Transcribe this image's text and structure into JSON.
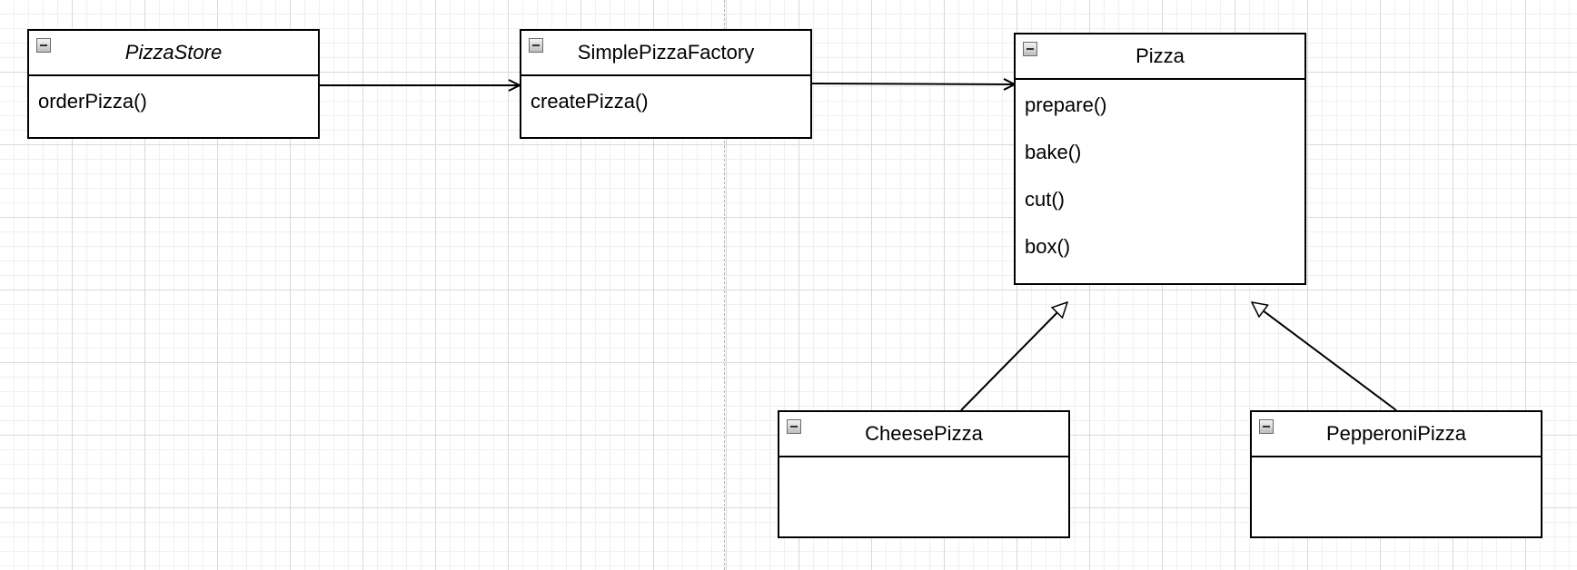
{
  "diagram": {
    "classes": [
      {
        "id": "pizza-store",
        "name": "PizzaStore",
        "abstract": true,
        "methods": [
          "orderPizza()"
        ]
      },
      {
        "id": "simple-pizza-factory",
        "name": "SimplePizzaFactory",
        "abstract": false,
        "methods": [
          "createPizza()"
        ]
      },
      {
        "id": "pizza",
        "name": "Pizza",
        "abstract": false,
        "methods": [
          "prepare()",
          "bake()",
          "cut()",
          "box()"
        ]
      },
      {
        "id": "cheese-pizza",
        "name": "CheesePizza",
        "abstract": false,
        "methods": []
      },
      {
        "id": "pepperoni-pizza",
        "name": "PepperoniPizza",
        "abstract": false,
        "methods": []
      }
    ],
    "relations": [
      {
        "from": "PizzaStore",
        "to": "SimplePizzaFactory",
        "type": "association"
      },
      {
        "from": "SimplePizzaFactory",
        "to": "Pizza",
        "type": "association"
      },
      {
        "from": "CheesePizza",
        "to": "Pizza",
        "type": "generalization"
      },
      {
        "from": "PepperoniPizza",
        "to": "Pizza",
        "type": "generalization"
      }
    ]
  },
  "colors": {
    "line": "#000000",
    "grid_major": "#d9d9d9",
    "grid_minor": "#f0f0f0",
    "background": "#ffffff"
  }
}
